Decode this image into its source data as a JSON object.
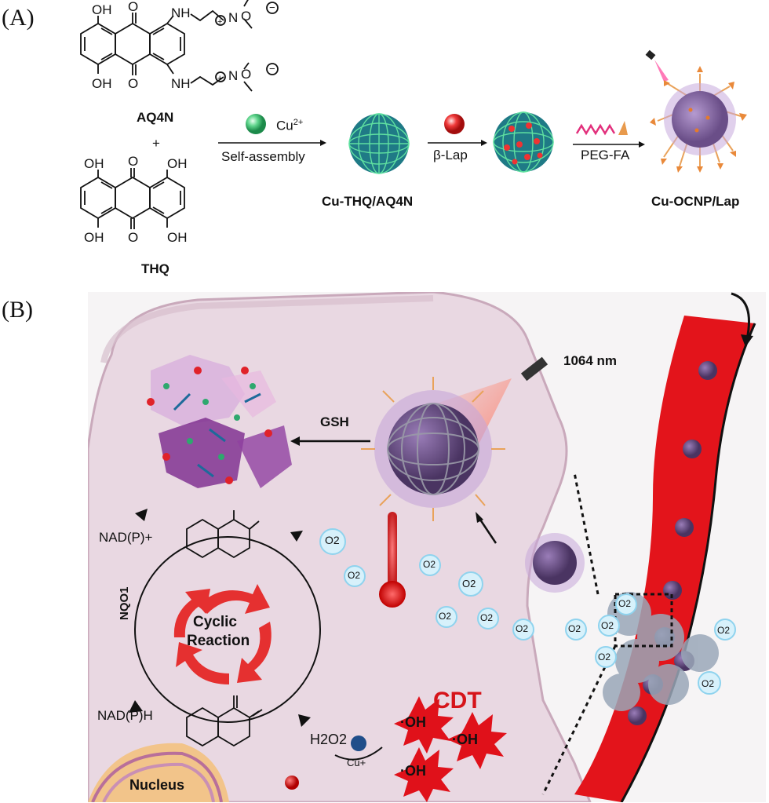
{
  "panels": {
    "a": "(A)",
    "b": "(B)"
  },
  "molecules": {
    "aq4n": "AQ4N",
    "plus": "+",
    "thq": "THQ",
    "oh": "OH",
    "o": "O",
    "nh": "NH",
    "n": "N",
    "oxide": "O"
  },
  "synthesis": {
    "step1_reagent": "Cu",
    "step1_charge": "2+",
    "step1_label": "Self-assembly",
    "step2_label": "β-Lap",
    "step3_label": "PEG-FA",
    "product1": "Cu-THQ/AQ4N",
    "product2": "Cu-OCNP/Lap"
  },
  "mechanism": {
    "laser": "1064 nm",
    "gsh": "GSH",
    "nadp_plus": "NAD(P)+",
    "nadph": "NAD(P)H",
    "enzyme": "NQO1",
    "cycle_line1": "Cyclic",
    "cycle_line2": "Reaction",
    "h2o2": "H2O2",
    "cu_plus": "Cu+",
    "cdt": "CDT",
    "oh_radical": "·OH",
    "o2": "O2",
    "nucleus": "Nucleus"
  },
  "colors": {
    "cell": "#efe2ea",
    "cell_edge": "#c9a9bb",
    "vessel": "#e3141b",
    "nanoparticle": "#6d4f86",
    "halo": "#b79cc9",
    "arrow_red": "#e53030",
    "o2_bubble": "#8fd3ee"
  }
}
